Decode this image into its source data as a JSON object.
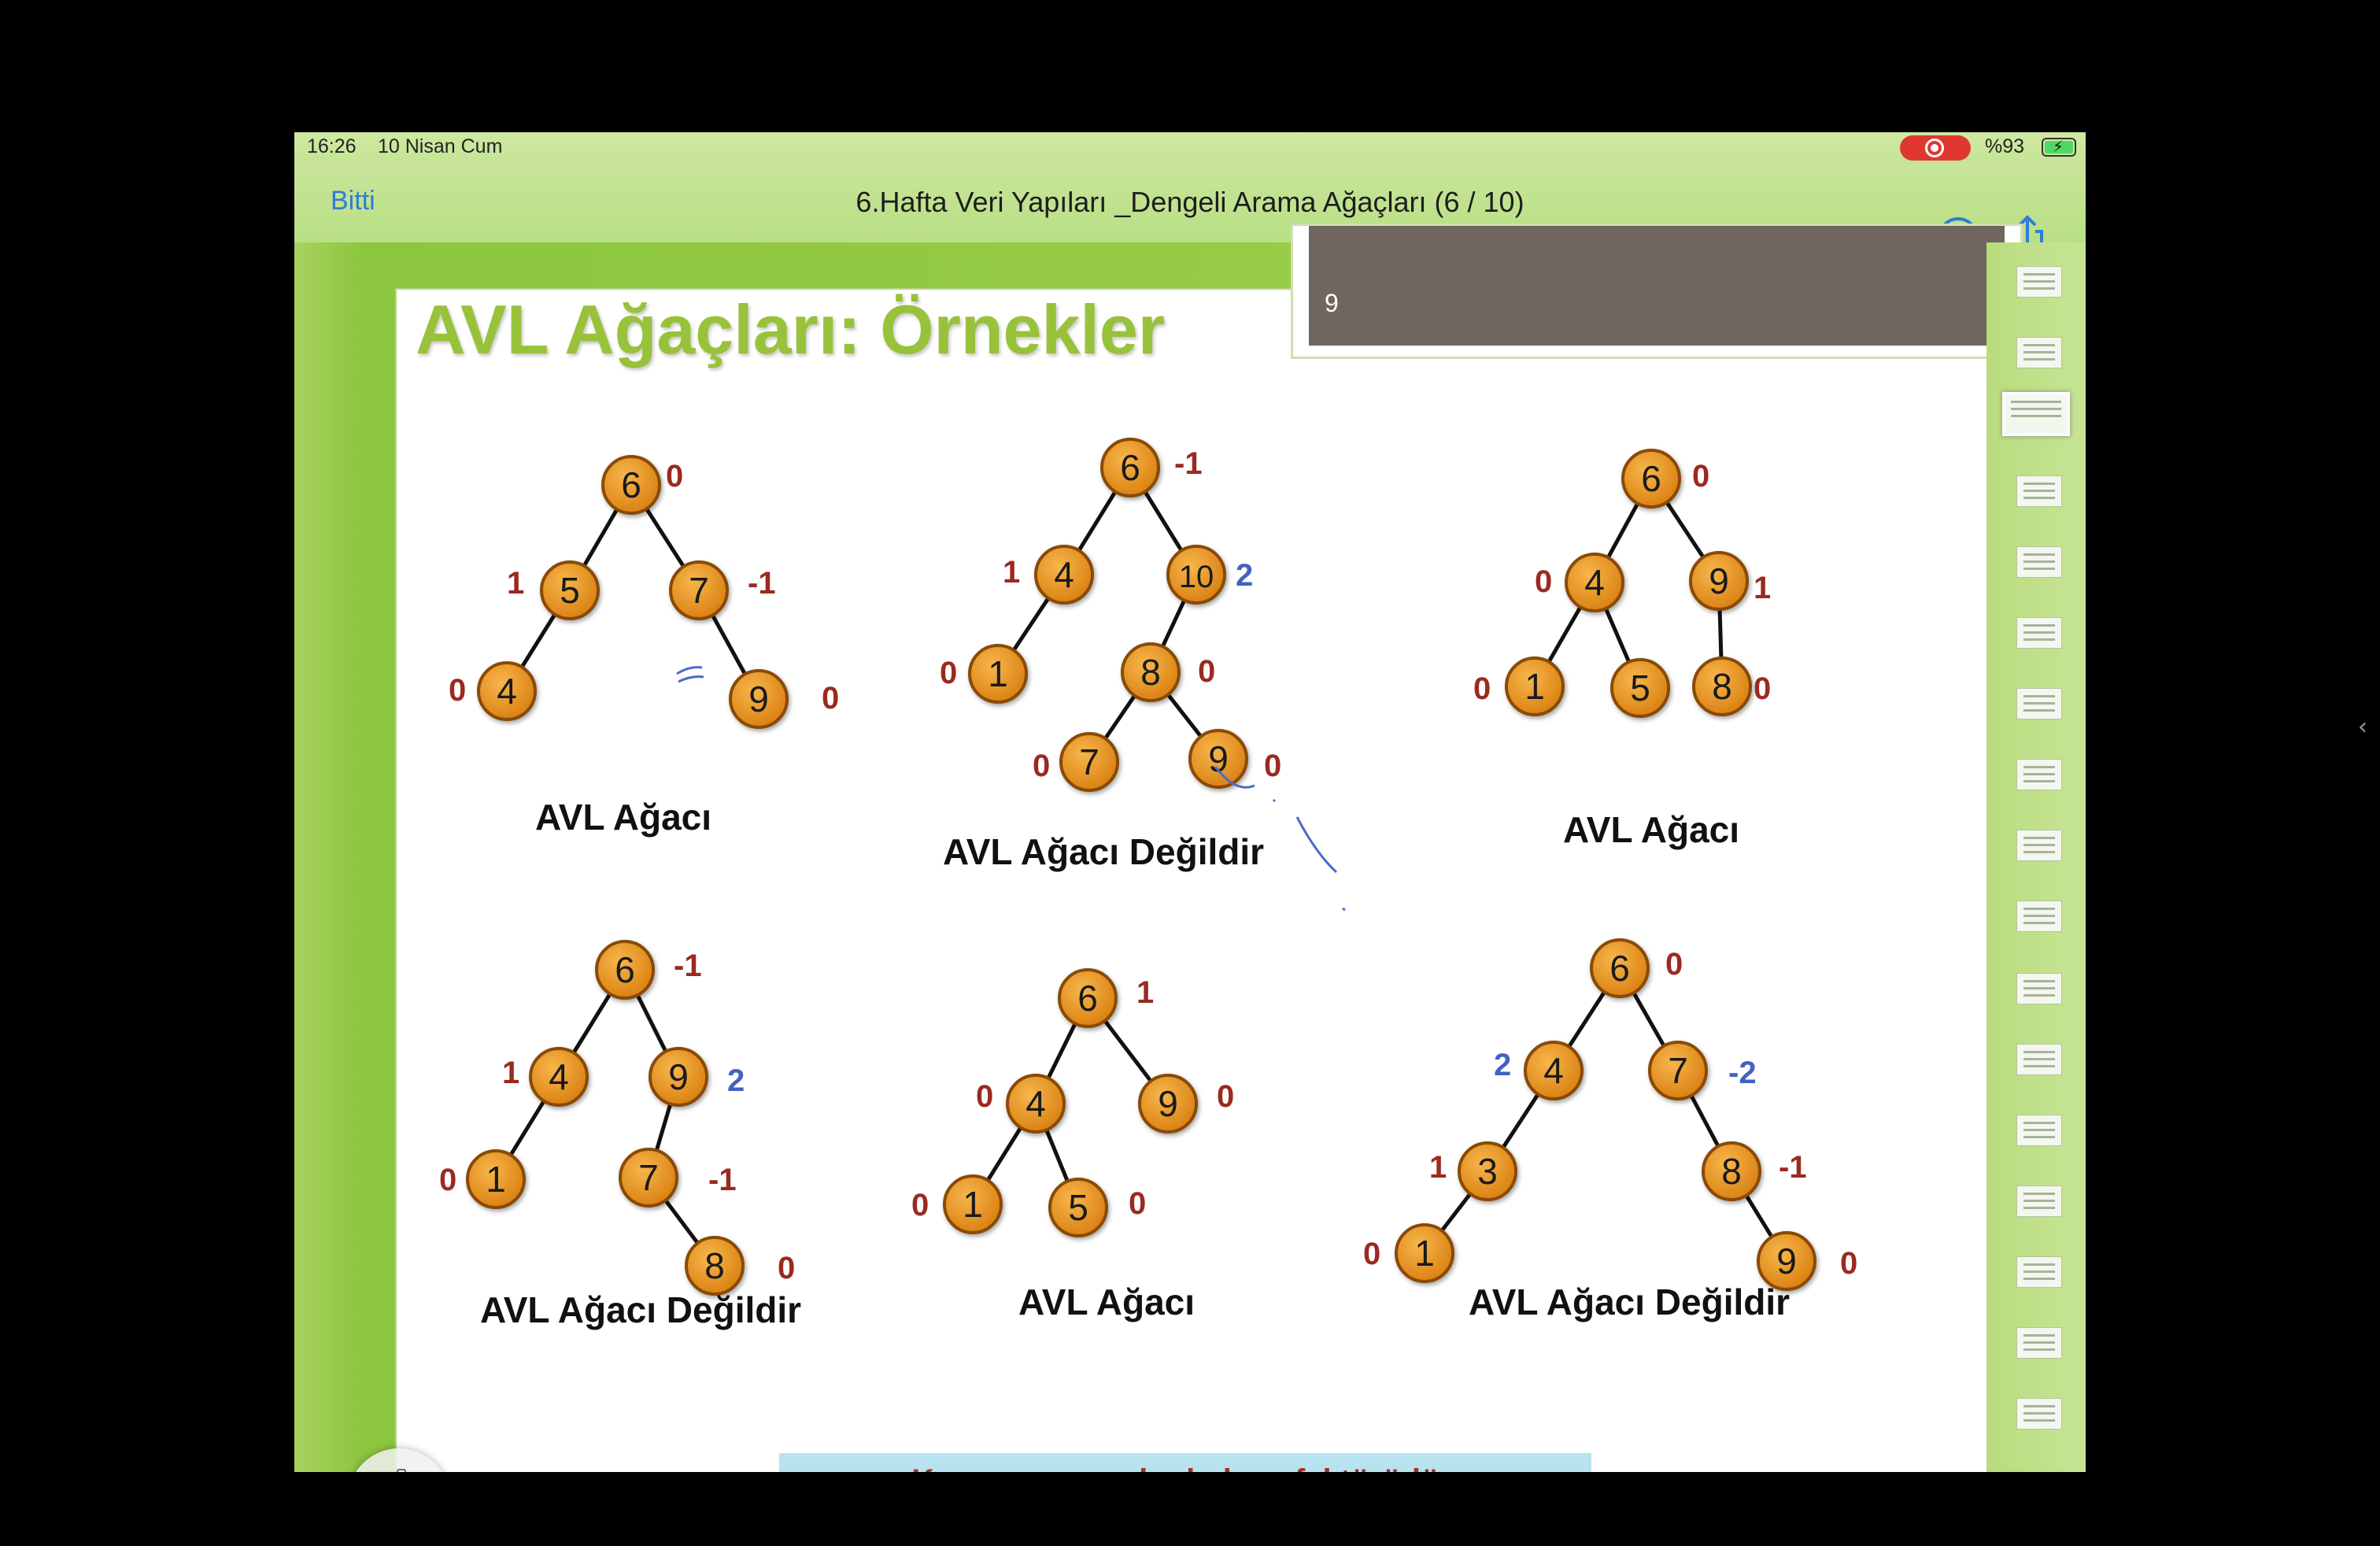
{
  "status_bar": {
    "time": "16:26",
    "date": "10 Nisan Cum",
    "battery": "%93",
    "battery_level": 0.93
  },
  "nav": {
    "done_label": "Bitti",
    "title": "6.Hafta Veri Yapıları _Dengeli Arama Ağaçları (6 / 10)",
    "markup_icon": "markup-pen-icon",
    "share_icon": "share-icon"
  },
  "slide": {
    "title": "AVL Ağaçları: Örnekler",
    "note_text": "9",
    "footer": "Kırmızı numaralar  balans faktörüdür.",
    "trees": [
      {
        "caption": "AVL Ağacı"
      },
      {
        "caption": "AVL Ağacı Değildir"
      },
      {
        "caption": "AVL Ağacı"
      },
      {
        "caption": "AVL Ağacı Değildir"
      },
      {
        "caption": "AVL Ağacı"
      },
      {
        "caption": "AVL Ağacı Değildir"
      }
    ]
  },
  "colors": {
    "node_fill": "#e8901c",
    "node_border": "#8a4a06",
    "balance_red": "#9a2a20",
    "balance_blue": "#4361c2",
    "title_green": "#98c23a"
  }
}
